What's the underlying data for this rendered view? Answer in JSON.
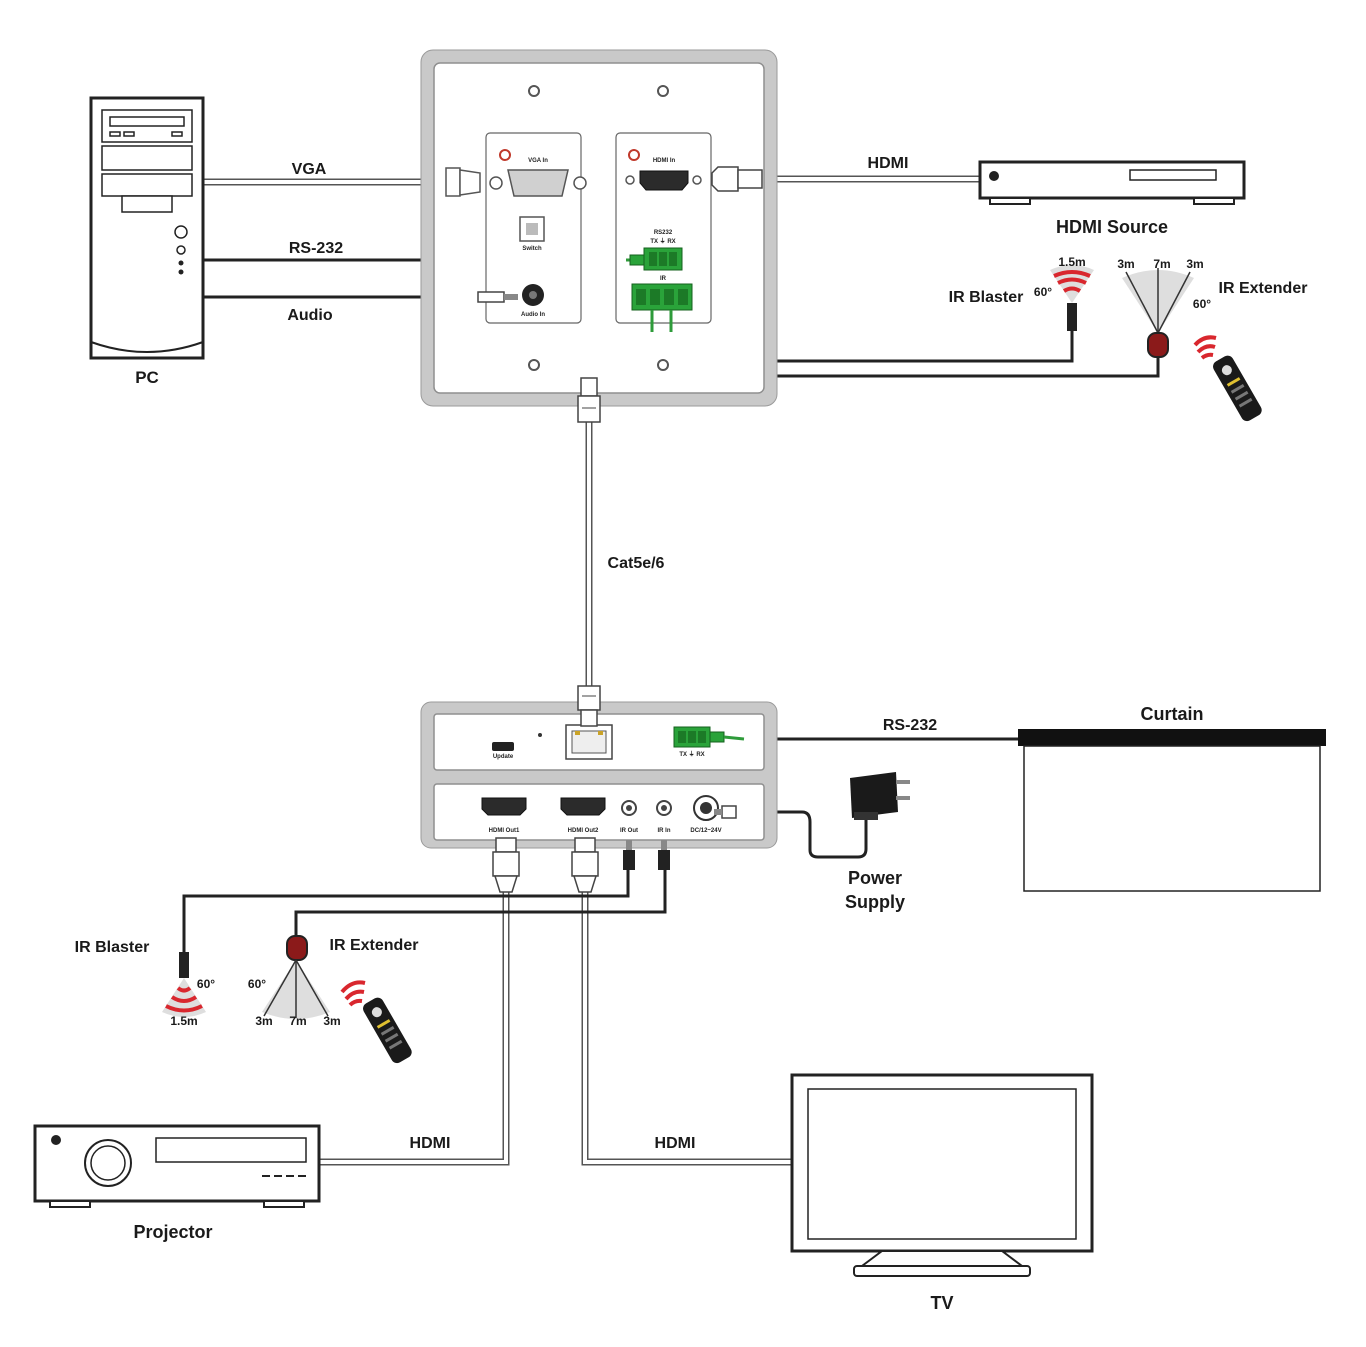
{
  "labels": {
    "pc": "PC",
    "vga": "VGA",
    "rs232_top": "RS-232",
    "audio": "Audio",
    "hdmi_top": "HDMI",
    "hdmi_source": "HDMI Source",
    "ir_blaster_top": "IR Blaster",
    "ir_extender_top": "IR Extender",
    "blaster_range_top": "1.5m",
    "blaster_angle_top": "60°",
    "ext_range_left_top": "3m",
    "ext_range_mid_top": "7m",
    "ext_range_right_top": "3m",
    "ext_angle_top": "60°",
    "cat": "Cat5e/6",
    "rs232_bottom": "RS-232",
    "curtain": "Curtain",
    "power_supply_line1": "Power",
    "power_supply_line2": "Supply",
    "ir_blaster_bottom": "IR Blaster",
    "ir_extender_bottom": "IR Extender",
    "blaster_angle_bottom": "60°",
    "blaster_range_bottom": "1.5m",
    "ext_angle_bottom": "60°",
    "ext_range_left_bottom": "3m",
    "ext_range_mid_bottom": "7m",
    "ext_range_right_bottom": "3m",
    "projector": "Projector",
    "hdmi_projector": "HDMI",
    "hdmi_tv": "HDMI",
    "tv": "TV"
  },
  "port_labels": {
    "vga_in": "VGA In",
    "switch": "Switch",
    "audio_in": "Audio In",
    "hdmi_in": "HDMI In",
    "rs232": "RS232",
    "rs232_pins": "TX ⏚ RX",
    "ir": "IR",
    "update": "Update",
    "rx_rs232_pins": "TX ⏚ RX",
    "hdmi_out1": "HDMI Out1",
    "hdmi_out2": "HDMI Out2",
    "ir_out": "IR Out",
    "ir_in": "IR In",
    "dc": "DC/12~24V"
  },
  "colors": {
    "ir_red": "#d9272e",
    "terminal_green": "#2aa33a",
    "plate_gray": "#c9c9c9"
  }
}
